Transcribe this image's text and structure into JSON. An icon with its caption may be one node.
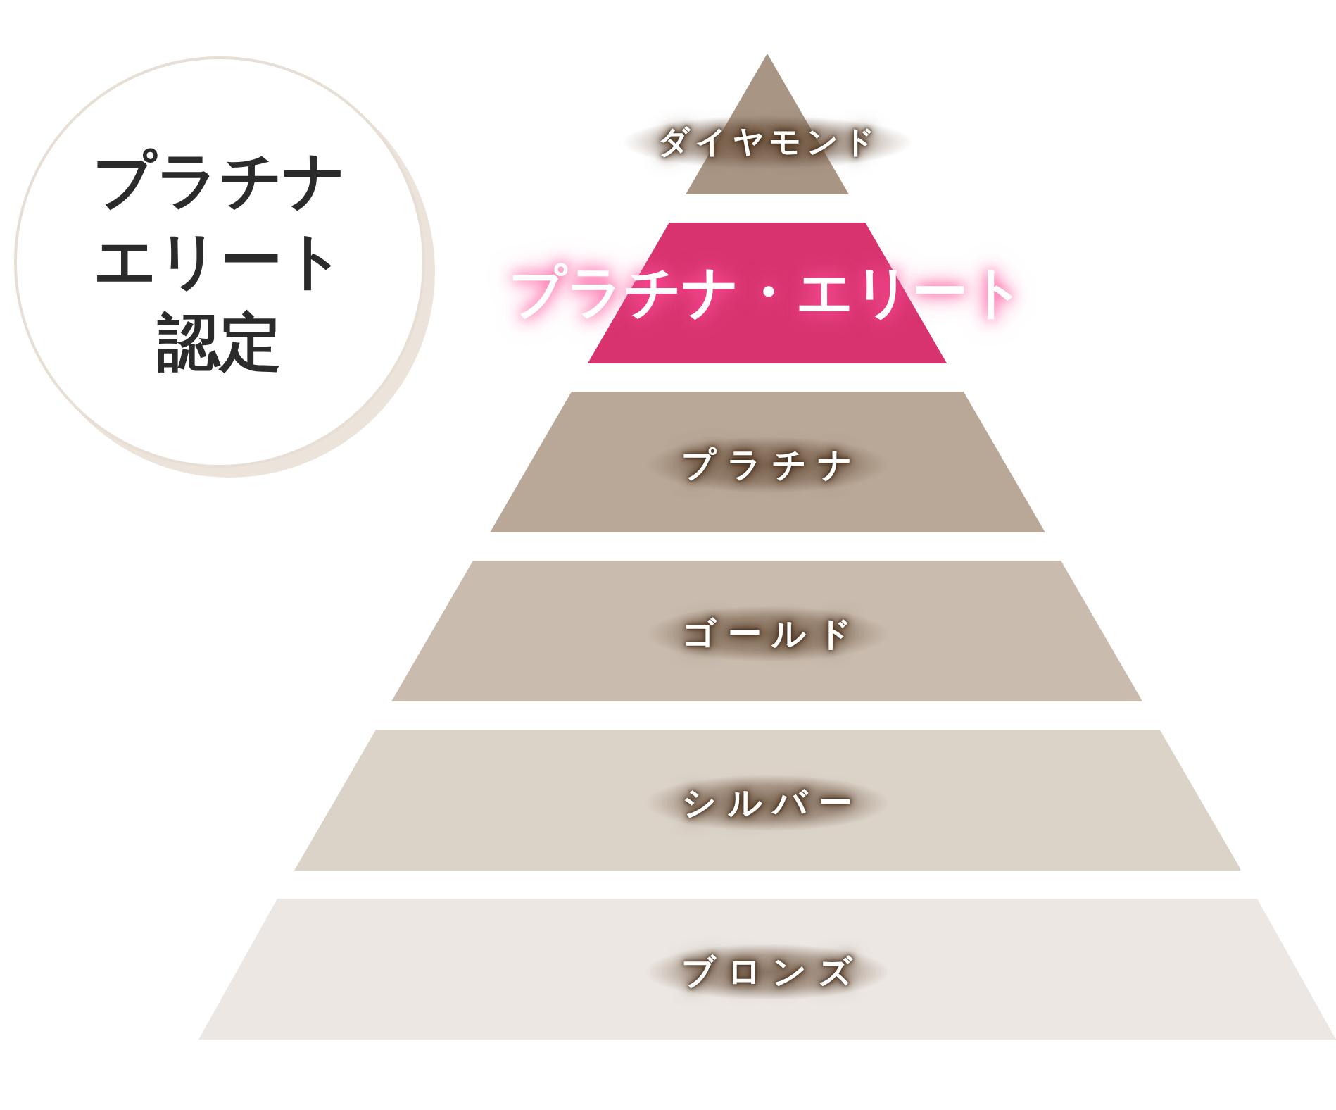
{
  "diagram": {
    "nodes": [
      {
        "text": [
          "プラチナエリート認定"
        ]
      },
      {
        "text": [
          "ダイヤモンド"
        ]
      },
      {
        "text": [
          "プラチナ・エリート"
        ]
      },
      {
        "text": [
          "プラチナ"
        ]
      },
      {
        "text": [
          "ゴールド"
        ]
      },
      {
        "text": [
          "シルバー"
        ]
      },
      {
        "text": [
          "ブロンズ"
        ]
      }
    ]
  }
}
